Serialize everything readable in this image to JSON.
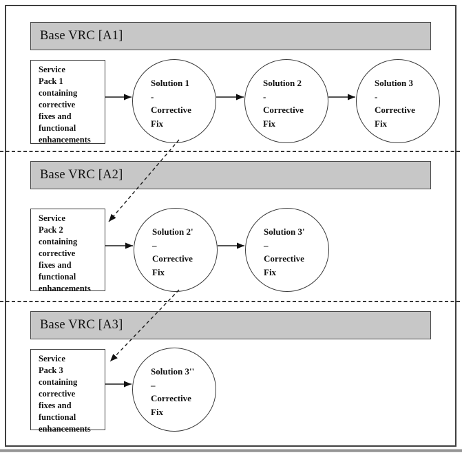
{
  "colors": {
    "header_bg": "#c7c7c7",
    "header_border": "#4a4a4a",
    "shape_border": "#3a3a3a",
    "line": "#1a1a1a",
    "background": "#ffffff"
  },
  "sections": [
    {
      "header": "Base VRC [A1]",
      "service_pack": "Service\nPack 1\ncontaining\ncorrective\nfixes and\nfunctional\nenhancements",
      "solutions": [
        "Solution 1\n-\nCorrective\nFix",
        "Solution 2\n-\nCorrective\nFix",
        "Solution 3\n-\nCorrective\nFix"
      ]
    },
    {
      "header": "Base VRC [A2]",
      "service_pack": "Service\nPack 2\ncontaining\ncorrective\nfixes and\nfunctional\nenhancements",
      "solutions": [
        "Solution 2'\n–\nCorrective\nFix",
        "Solution 3'\n–\nCorrective\nFix"
      ]
    },
    {
      "header": "Base VRC [A3]",
      "service_pack": "Service\nPack 3\ncontaining\ncorrective\nfixes and\nfunctional\nenhancements",
      "solutions": [
        "Solution 3''\n–\nCorrective\nFix"
      ]
    }
  ]
}
